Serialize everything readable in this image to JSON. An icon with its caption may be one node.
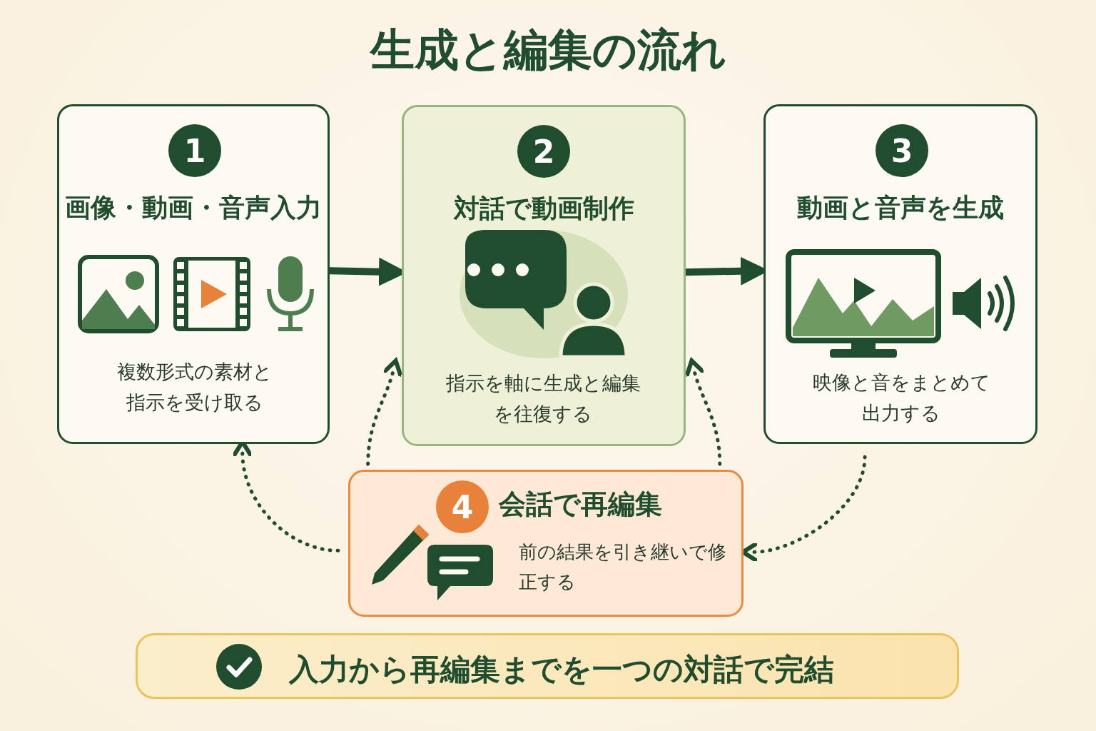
{
  "diagram": {
    "title": "生成と編集の流れ",
    "nodes": [
      {
        "text": [
          "1",
          "画像・動画・音声入力",
          "複数形式の素材と指示を受け取る"
        ]
      },
      {
        "text": [
          "2",
          "対話で動画制作",
          "指示を軸に生成と編集を往復する"
        ]
      },
      {
        "text": [
          "3",
          "動画と音声を生成",
          "映像と音をまとめて出力する"
        ]
      },
      {
        "text": [
          "4",
          "会話で再編集",
          "前の結果を引き継いで修正する"
        ]
      },
      {
        "text": [
          "入力から再編集までを一つの対話で完結"
        ]
      }
    ],
    "edges": [
      {
        "from": 0,
        "to": 1,
        "arrow": "to",
        "style": "thick"
      },
      {
        "from": 1,
        "to": 2,
        "arrow": "to",
        "style": "thick"
      },
      {
        "from": 3,
        "to": 0,
        "arrow": "to",
        "style": "dashed"
      },
      {
        "from": 3,
        "to": 1,
        "arrow": "to",
        "style": "dashed"
      },
      {
        "from": 3,
        "to": 1,
        "arrow": "to",
        "style": "dashed"
      },
      {
        "from": 2,
        "to": 3,
        "arrow": "to",
        "style": "dashed"
      }
    ]
  }
}
